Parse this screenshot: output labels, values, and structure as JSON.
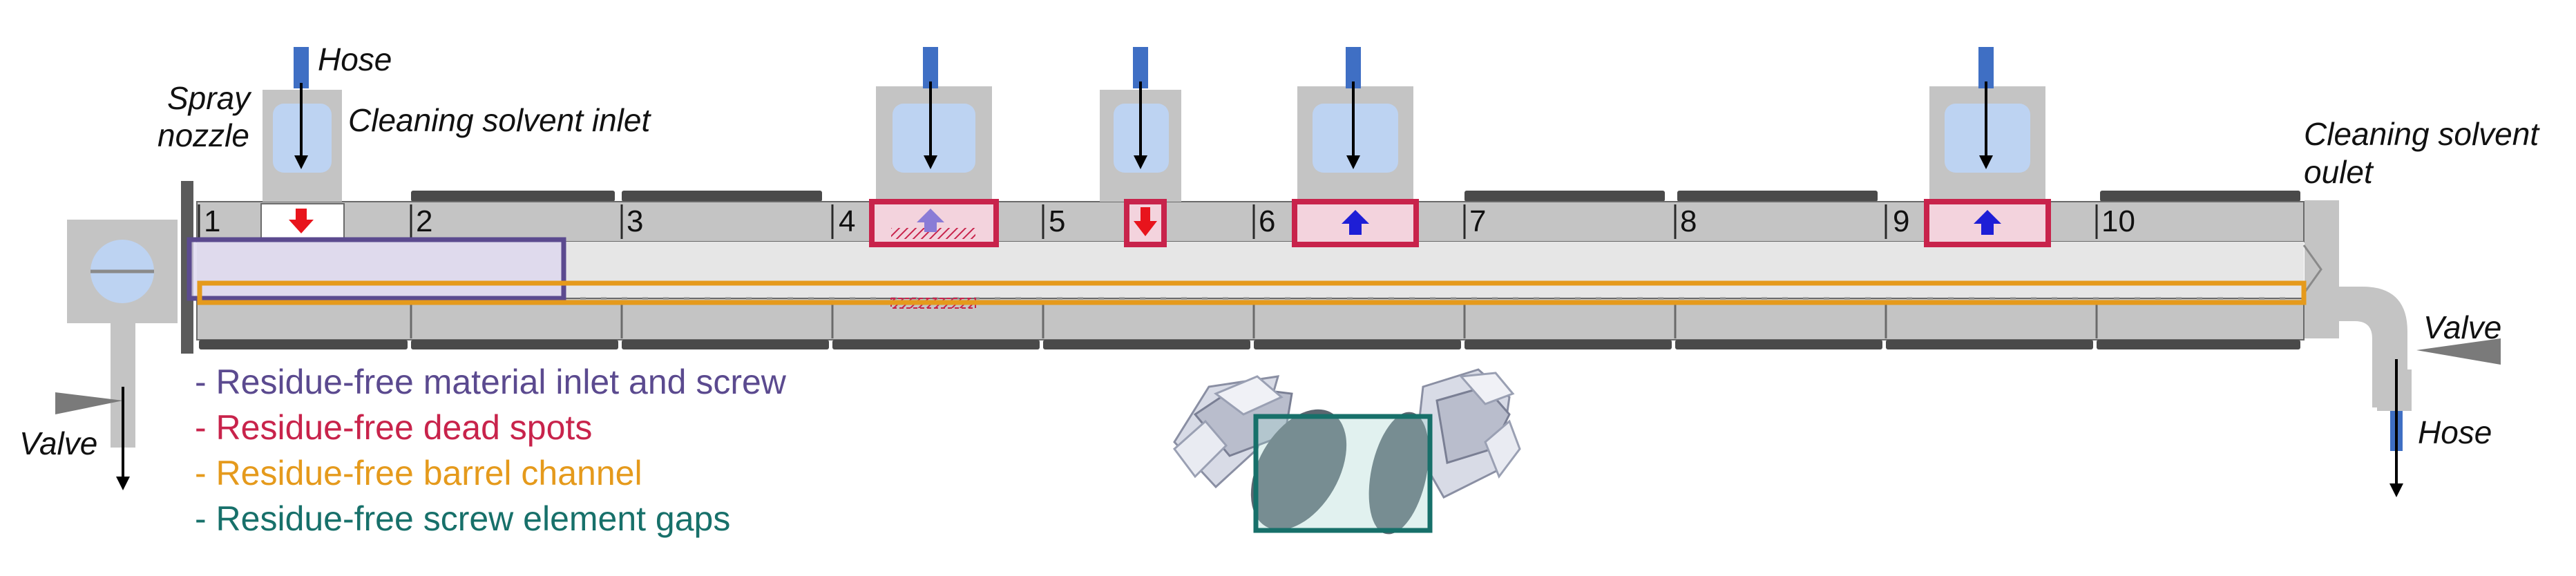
{
  "labels": {
    "spray_nozzle_line1": "Spray",
    "spray_nozzle_line2": "nozzle",
    "hose_top": "Hose",
    "cleaning_solvent_inlet": "Cleaning solvent inlet",
    "cleaning_solvent_outlet_line1": "Cleaning solvent",
    "cleaning_solvent_outlet_line2": "oulet",
    "valve_left": "Valve",
    "valve_right": "Valve",
    "hose_right": "Hose"
  },
  "barrel_segments": [
    "1",
    "2",
    "3",
    "4",
    "5",
    "6",
    "7",
    "8",
    "9",
    "10"
  ],
  "legend": [
    {
      "text": "- Residue-free material inlet and screw",
      "color": "#5b4a8f"
    },
    {
      "text": "- Residue-free dead spots",
      "color": "#c8234b"
    },
    {
      "text": "- Residue-free barrel channel",
      "color": "#e59a1c"
    },
    {
      "text": "- Residue-free screw element gaps",
      "color": "#17706a"
    }
  ],
  "colors": {
    "barrel_gray": "#c4c4c4",
    "heater_dark": "#4a4a4a",
    "hose_blue": "#3f6fc4",
    "port_light_blue": "#bdd3f2",
    "inlet_arrow": "#e8141c",
    "outlet_arrow": "#1e1ed6",
    "dead_spot_pink": "#f3d3dd"
  }
}
